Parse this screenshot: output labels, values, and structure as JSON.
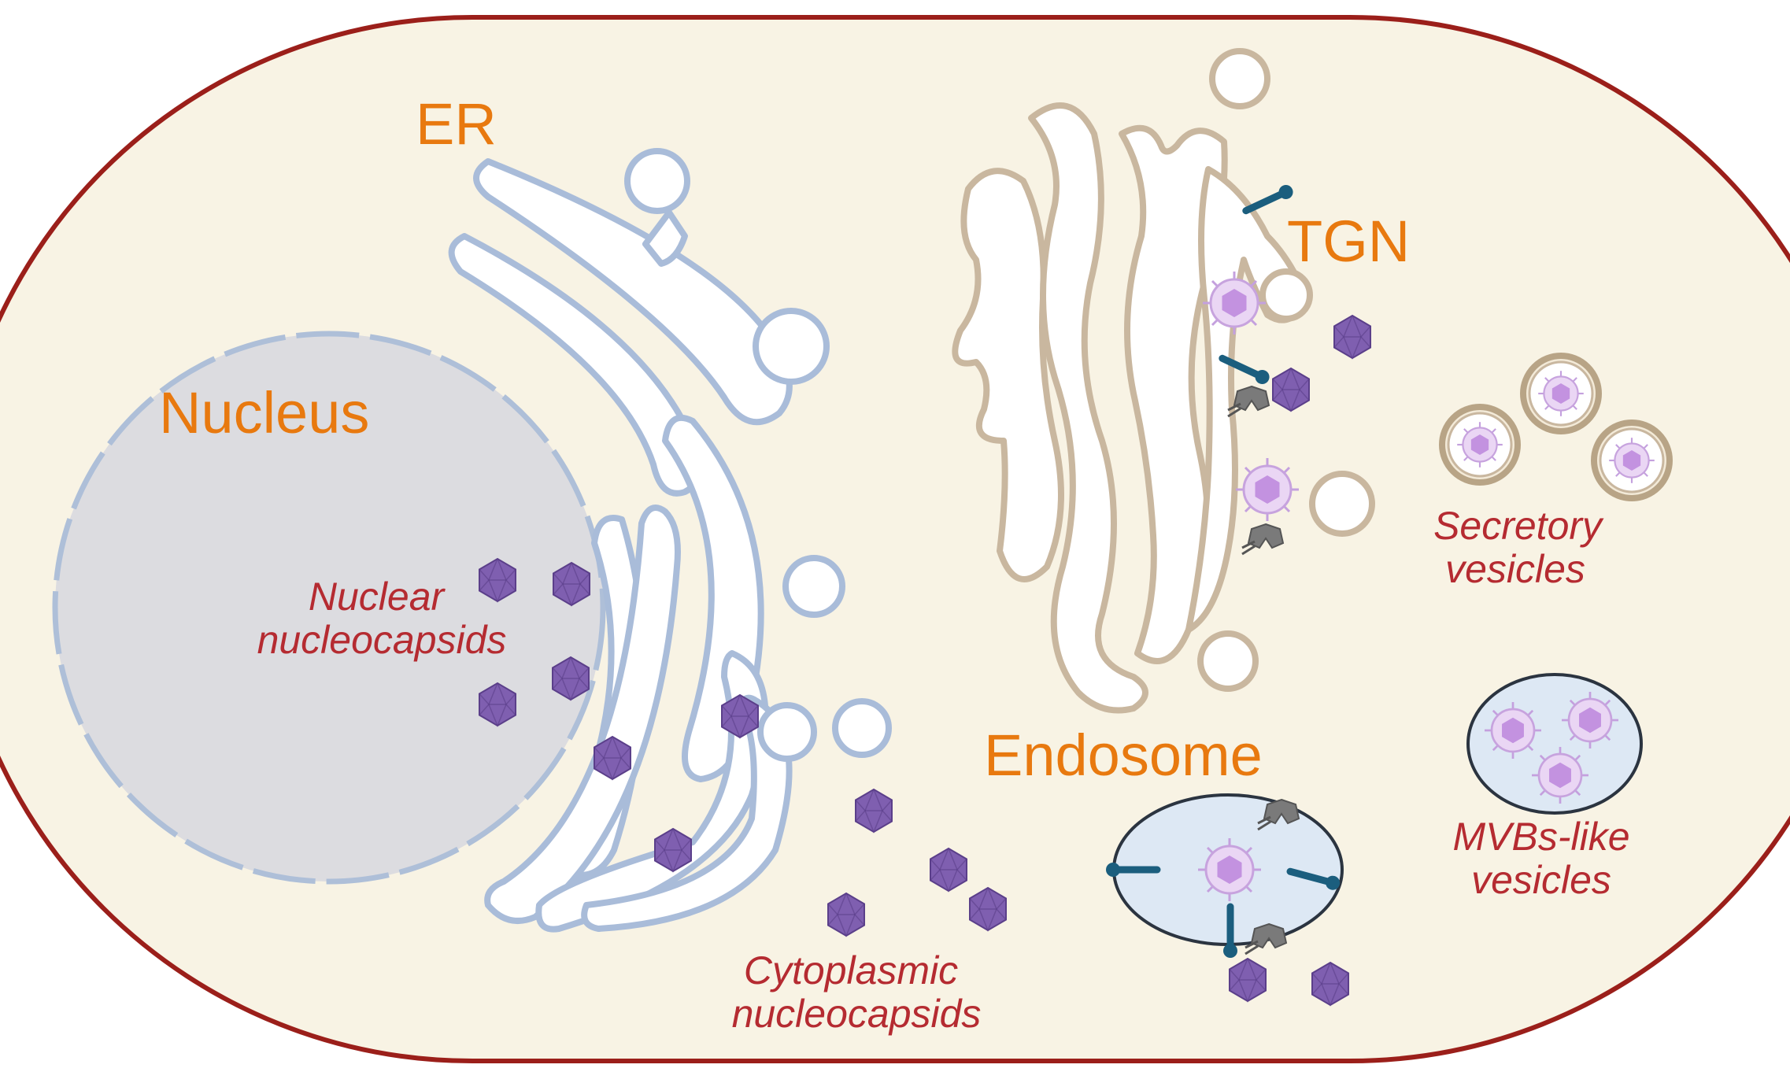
{
  "labels": {
    "er": "ER",
    "nucleus": "Nucleus",
    "tgn": "TGN",
    "endosome": "Endosome",
    "nuclear_nucleocapsids": [
      "Nuclear",
      "nucleocapsids"
    ],
    "cytoplasmic_nucleocapsids": [
      "Cytoplasmic",
      "nucleocapsids"
    ],
    "secretory_vesicles": [
      "Secretory",
      "vesicles"
    ],
    "mvbs_like_vesicles": [
      "MVBs-like",
      "vesicles"
    ]
  },
  "colors": {
    "organelle_label": "#e8790f",
    "italic_label": "#b52b31",
    "cell_border": "#9b1f1a",
    "cytoplasm": "#f8f3e4",
    "nucleus_fill": "#dcdce0",
    "er_membrane": "#a9bcd9",
    "golgi_membrane": "#c9b79f",
    "capsid": "#7f5fb0",
    "virion": "#c392e0",
    "receptor": "#1b5e7e",
    "adaptor": "#6e6e6e"
  }
}
